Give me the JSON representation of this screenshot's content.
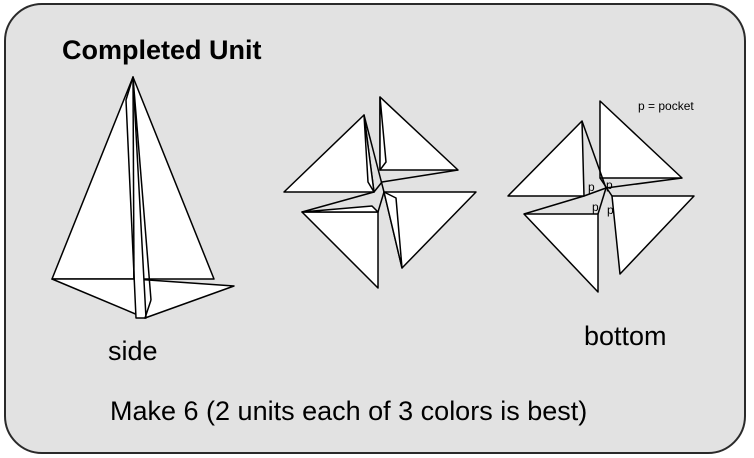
{
  "title": "Completed Unit",
  "labels": {
    "side": "side",
    "bottom": "bottom",
    "instruction": "Make 6 (2 units each of 3 colors is best)",
    "legend": "p = pocket",
    "pocket_mark": "p"
  },
  "colors": {
    "panel_background": "#e2e2e2",
    "outline": "#2a2a2a",
    "paper": "#ffffff"
  }
}
